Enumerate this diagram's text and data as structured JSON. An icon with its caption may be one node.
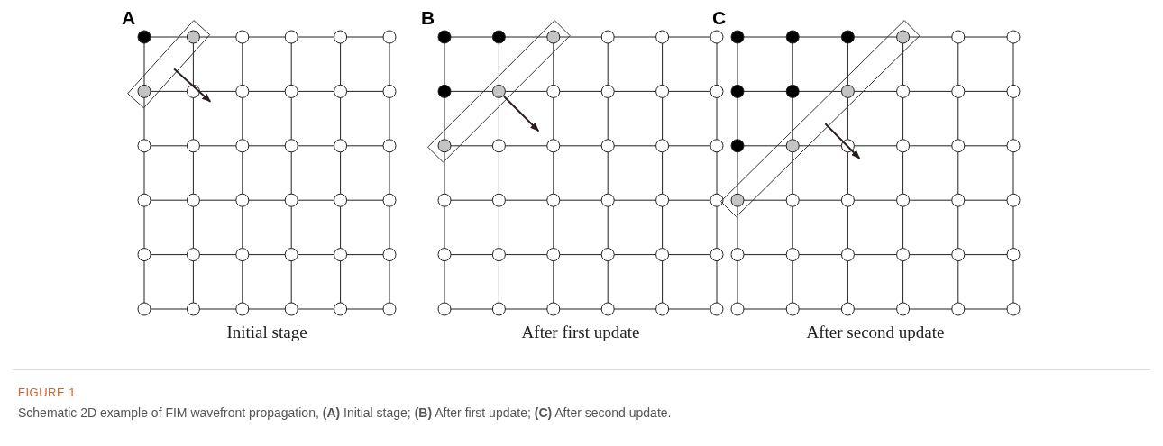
{
  "diagram": {
    "caption": "Schematic 2D example of FIM wavefront propagation, **(A)** Initial stage; **(B)** After first update; **(C)** After second update.",
    "labels": [
      "A",
      "B",
      "C",
      "Initial stage",
      "After first update",
      "After second update",
      "FIGURE 1"
    ]
  }
}
